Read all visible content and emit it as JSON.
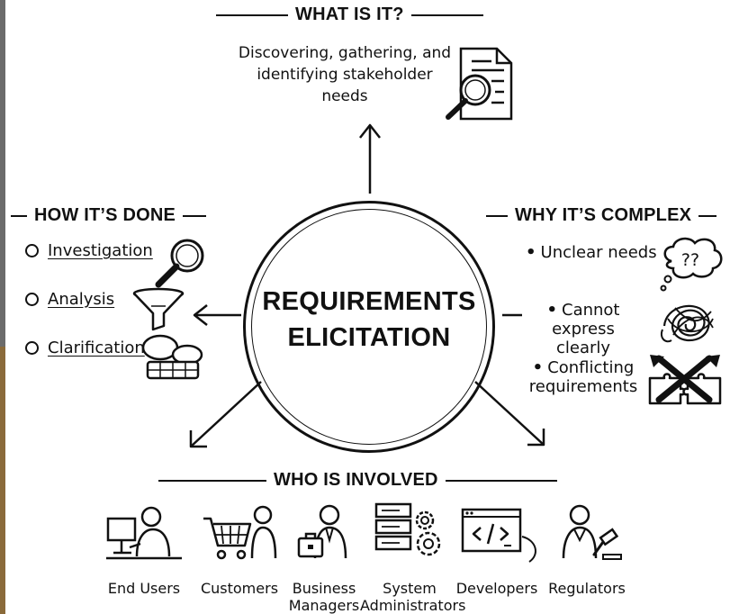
{
  "sections": {
    "what": {
      "title": "WHAT IS IT?",
      "line1": "Discovering, gathering, and",
      "line2": "identifying stakeholder needs"
    },
    "center": {
      "line1": "REQUIREMENTS",
      "line2": "ELICITATION"
    },
    "how": {
      "title": "HOW IT’S DONE",
      "items": [
        {
          "label": "Investigation",
          "icon": "magnifier-icon"
        },
        {
          "label": "Analysis",
          "icon": "funnel-icon"
        },
        {
          "label": "Clarification",
          "icon": "discussion-icon"
        }
      ]
    },
    "why": {
      "title": "WHY IT’S COMPLEX",
      "items": [
        {
          "line1": "Unclear needs",
          "line2": "",
          "icon": "thought-bubble-icon"
        },
        {
          "line1": "Cannot express",
          "line2": "clearly",
          "icon": "tangle-icon"
        },
        {
          "line1": "Conflicting",
          "line2": "requirements",
          "icon": "puzzle-conflict-icon"
        }
      ]
    },
    "who": {
      "title": "WHO IS INVOLVED",
      "people": [
        {
          "line1": "End Users",
          "line2": "",
          "icon": "end-user-icon"
        },
        {
          "line1": "Customers",
          "line2": "",
          "icon": "customer-cart-icon"
        },
        {
          "line1": "Business",
          "line2": "Managers",
          "icon": "business-manager-icon"
        },
        {
          "line1": "System",
          "line2": "Administrators",
          "icon": "server-gears-icon"
        },
        {
          "line1": "Developers",
          "line2": "",
          "icon": "code-window-icon"
        },
        {
          "line1": "Regulators",
          "line2": "",
          "icon": "regulator-gavel-icon"
        }
      ]
    }
  }
}
